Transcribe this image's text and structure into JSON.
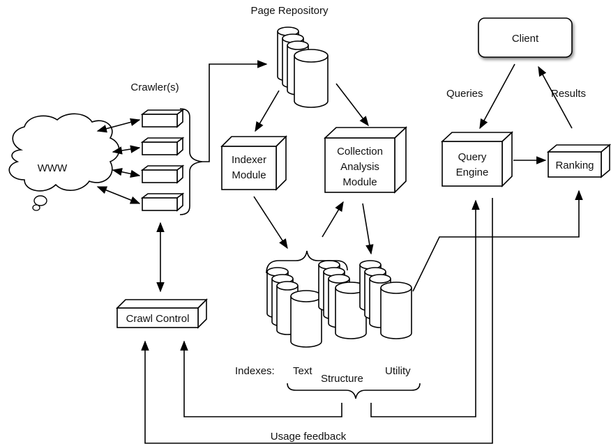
{
  "labels": {
    "page_repository": "Page Repository",
    "crawlers": "Crawler(s)",
    "www": "WWW",
    "indexer_line1": "Indexer",
    "indexer_line2": "Module",
    "collection_line1": "Collection",
    "collection_line2": "Analysis",
    "collection_line3": "Module",
    "client": "Client",
    "queries": "Queries",
    "results": "Results",
    "query_engine_line1": "Query",
    "query_engine_line2": "Engine",
    "ranking": "Ranking",
    "crawl_control": "Crawl Control",
    "indexes": "Indexes:",
    "text": "Text",
    "structure": "Structure",
    "utility": "Utility",
    "usage_feedback": "Usage feedback"
  }
}
